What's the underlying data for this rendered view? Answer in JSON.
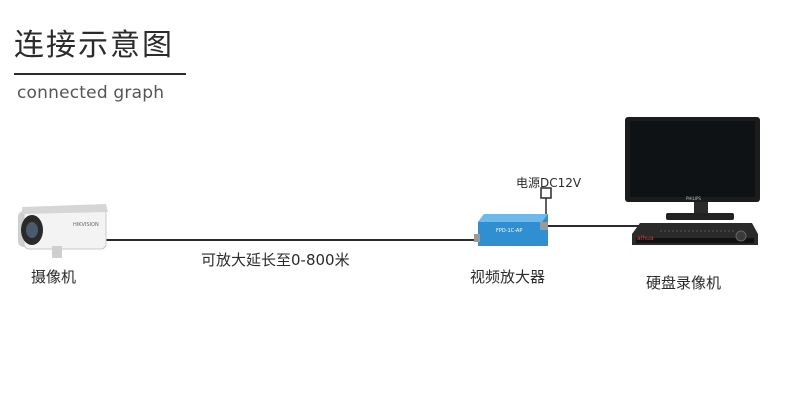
{
  "header": {
    "title": "连接示意图",
    "subtitle": "connected graph"
  },
  "nodes": {
    "camera": {
      "label": "摄像机",
      "brand_text": "HIKVISION"
    },
    "amplifier": {
      "label": "视频放大器",
      "device_text": "FPD-1C-AP"
    },
    "power": {
      "label": "电源DC12V"
    },
    "dvr": {
      "label": "硬盘录像机",
      "brand_text": "alhua"
    },
    "monitor": {
      "brand_text": "PHILIPS"
    }
  },
  "cable": {
    "label": "可放大延长至0-800米"
  },
  "colors": {
    "line": "#2b2b2b",
    "amplifier_blue": "#2f8fd0",
    "camera_body": "#f3f3f3",
    "monitor_frame": "#1c1c1c",
    "dvr_body": "#2a2a2a"
  }
}
